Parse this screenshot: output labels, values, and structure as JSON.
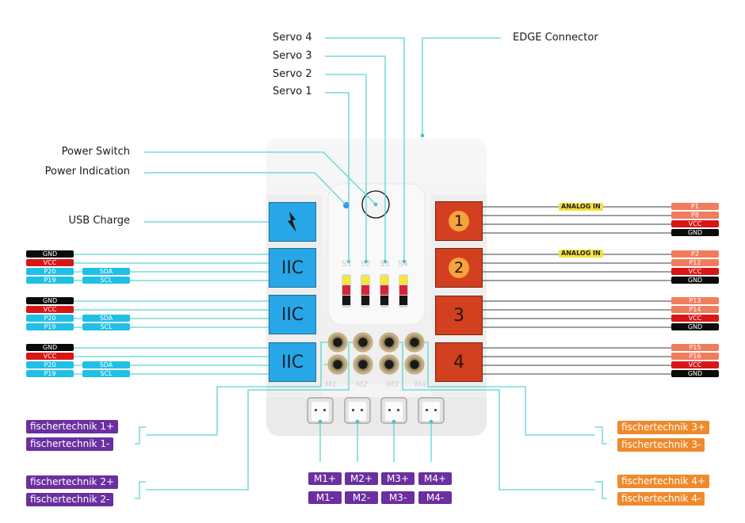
{
  "colors": {
    "wire": "#5fd3d3",
    "gnd": "#0a0a0a",
    "vcc": "#d81616",
    "iic_pin": "#20c0e6",
    "analog_pin": "#f07c5e",
    "purple": "#6b2fa0",
    "orange": "#ef8a2c",
    "board": "#f3f3f3",
    "port_blue": "#27a7e8",
    "port_red": "#d2401f"
  },
  "top_labels": {
    "servo4": "Servo 4",
    "servo3": "Servo 3",
    "servo2": "Servo 2",
    "servo1": "Servo 1",
    "edge": "EDGE Connector"
  },
  "left_labels": {
    "power_switch": "Power Switch",
    "power_indication": "Power Indication",
    "usb_charge": "USB Charge"
  },
  "left_ports": [
    {
      "label": "IIC",
      "pins": [
        "GND",
        "VCC",
        "P20",
        "P19"
      ],
      "alt": [
        "",
        "",
        "SDA",
        "SCL"
      ]
    },
    {
      "label": "IIC",
      "pins": [
        "GND",
        "VCC",
        "P20",
        "P19"
      ],
      "alt": [
        "",
        "",
        "SDA",
        "SCL"
      ]
    },
    {
      "label": "IIC",
      "pins": [
        "GND",
        "VCC",
        "P20",
        "P19"
      ],
      "alt": [
        "",
        "",
        "SDA",
        "SCL"
      ]
    }
  ],
  "right_ports": [
    {
      "label": "1",
      "pins": [
        "P1",
        "P8",
        "VCC",
        "GND"
      ],
      "tag": "ANALOG IN"
    },
    {
      "label": "2",
      "pins": [
        "P2",
        "P12",
        "VCC",
        "GND"
      ],
      "tag": "ANALOG IN"
    },
    {
      "label": "3",
      "pins": [
        "P13",
        "P14",
        "VCC",
        "GND"
      ],
      "tag": ""
    },
    {
      "label": "4",
      "pins": [
        "P15",
        "P16",
        "VCC",
        "GND"
      ],
      "tag": ""
    }
  ],
  "servo_headers": [
    "S1",
    "S2",
    "S3",
    "S4"
  ],
  "motor_sockets": [
    "M1",
    "M2",
    "M3",
    "M4"
  ],
  "motor_terminals": [
    {
      "plus": "M1+",
      "minus": "M1-"
    },
    {
      "plus": "M2+",
      "minus": "M2-"
    },
    {
      "plus": "M3+",
      "minus": "M3-"
    },
    {
      "plus": "M4+",
      "minus": "M4-"
    }
  ],
  "fischertechnik_left": [
    "fischertechnik 1+",
    "fischertechnik 1-",
    "fischertechnik 2+",
    "fischertechnik 2-"
  ],
  "fischertechnik_right": [
    "fischertechnik 3+",
    "fischertechnik 3-",
    "fischertechnik 4+",
    "fischertechnik 4-"
  ]
}
